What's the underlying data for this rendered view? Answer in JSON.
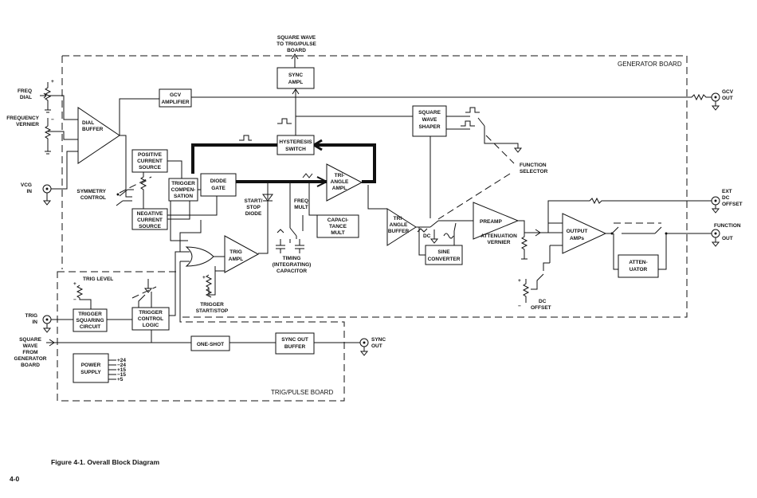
{
  "boards": {
    "generator": "GENERATOR BOARD",
    "trig_pulse": "TRIG/PULSE BOARD"
  },
  "blocks": {
    "sync_ampl": [
      "SYNC",
      "AMPL"
    ],
    "gcv_amplifier": [
      "GCV",
      "AMPLIFIER"
    ],
    "dial_buffer": [
      "DIAL",
      "BUFFER"
    ],
    "hysteresis_switch": [
      "HYSTERESIS",
      "SWITCH"
    ],
    "square_wave_shaper": [
      "SQUARE",
      "WAVE",
      "SHAPER"
    ],
    "positive_current_source": [
      "POSITIVE",
      "CURRENT",
      "SOURCE"
    ],
    "trigger_compensation": [
      "TRIGGER",
      "COMPEN-",
      "SATION"
    ],
    "diode_gate": [
      "DIODE",
      "GATE"
    ],
    "negative_current_source": [
      "NEGATIVE",
      "CURRENT",
      "SOURCE"
    ],
    "triangle_ampl": [
      "TRI-",
      "ANGLE",
      "AMPL"
    ],
    "capacitance_mult": [
      "CAPACI-",
      "TANCE",
      "MULT"
    ],
    "triangle_buffer": [
      "TRI-",
      "ANGLE",
      "BUFFER"
    ],
    "preamp": [
      "PREAMP"
    ],
    "output_amps": [
      "OUTPUT",
      "AMPs"
    ],
    "attenuator": [
      "ATTEN-",
      "UATOR"
    ],
    "sine_converter": [
      "SINE",
      "CONVERTER"
    ],
    "trig_ampl": [
      "TRIG",
      "AMPL"
    ],
    "trigger_squaring_circuit": [
      "TRIGGER",
      "SQUARING",
      "CIRCUIT"
    ],
    "trigger_control_logic": [
      "TRIGGER",
      "CONTROL",
      "LOGIC"
    ],
    "one_shot": [
      "ONE-SHOT"
    ],
    "sync_out_buffer": [
      "SYNC OUT",
      "BUFFER"
    ],
    "power_supply": [
      "POWER",
      "SUPPLY"
    ]
  },
  "labels": {
    "square_wave_to_trig": [
      "SQUARE WAVE",
      "TO TRIG/PULSE",
      "BOARD"
    ],
    "freq_dial": [
      "FREQ",
      "DIAL"
    ],
    "frequency_vernier": [
      "FREQUENCY",
      "VERNIER"
    ],
    "vcg_in": [
      "VCG",
      "IN"
    ],
    "symmetry_control": [
      "SYMMETRY",
      "CONTROL"
    ],
    "start_stop_diode": [
      "START/",
      "STOP",
      "DIODE"
    ],
    "freq_mult": [
      "FREQ",
      "MULT"
    ],
    "timing_capacitor": [
      "TIMING",
      "(INTEGRATING)",
      "CAPACITOR"
    ],
    "function_selector": [
      "FUNCTION",
      "SELECTOR"
    ],
    "attenuation_vernier": [
      "ATTENUATION",
      "VERNIER"
    ],
    "gcv_out": [
      "GCV",
      "OUT"
    ],
    "ext_dc_offset": [
      "EXT",
      "DC",
      "OFFSET"
    ],
    "function_out": [
      "FUNCTION",
      "OUT"
    ],
    "dc": "DC",
    "dc_offset": [
      "DC",
      "OFFSET"
    ],
    "trigger_start_stop": [
      "TRIGGER",
      "START/STOP"
    ],
    "trig_level": "TRIG LEVEL",
    "trig_in": [
      "TRIG",
      "IN"
    ],
    "square_wave_from_gen": [
      "SQUARE",
      "WAVE",
      "FROM",
      "GENERATOR",
      "BOARD"
    ],
    "sync_out": [
      "SYNC",
      "OUT"
    ],
    "power_rails": [
      "+24",
      "−24",
      "+15",
      "−15",
      "+5"
    ],
    "plus": "+",
    "minus": "−"
  },
  "caption": "Figure 4-1.  Overall Block Diagram",
  "page_number": "4-0"
}
